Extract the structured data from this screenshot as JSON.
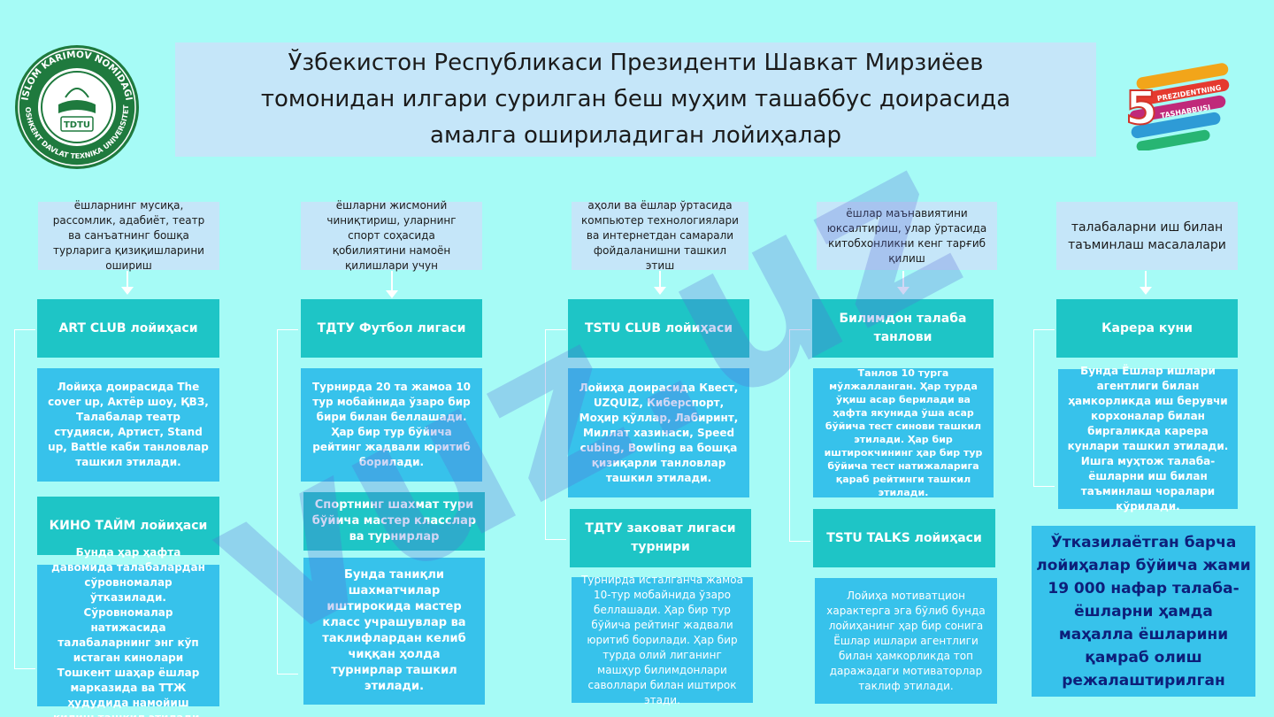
{
  "header": {
    "title_line1": "Ўзбекистон Республикаси Президенти Шавкат Мирзиёев",
    "title_line2": "томонидан илгари сурилган беш муҳим ташаббус доирасида",
    "title_line3": "амалга ошириладиган лойиҳалар"
  },
  "seal": {
    "ring_top": "ISLOM KARIMOV NOMIDAGI",
    "ring_bottom": "TOSHKENT DAVLAT TEXNIKA UNIVERSITETI",
    "abbr": "TDTU",
    "icon": "university-seal-icon"
  },
  "initiative_logo": {
    "digit": "5",
    "line1": "PREZIDENTNING",
    "line2": "TASHABBUSI",
    "icon": "five-initiatives-logo-icon"
  },
  "watermark": {
    "text": "vuz.uz",
    "color": "#5a6bd6"
  },
  "columns": [
    {
      "need": "ёшларнинг мусиқа, рассомлик, адабиёт, театр ва санъатнинг бошқа турларига қизиқишларини ошириш",
      "project1_title": "ART CLUB лойиҳаси",
      "project1_desc": "Лойиҳа доирасида  The cover up, Актёр шоу, ҚВЗ, Талабалар театр студияси, Артист, Stand up, Battle каби танловлар ташкил этилади.",
      "project2_title": "КИНО ТАЙМ лойиҳаси",
      "project2_desc": "Бунда ҳар ҳафта давомида талабалардан сўровномалар ўтказилади. Сўровномалар натижасида талабаларнинг энг кўп истаган кинолари Тошкент шаҳар ёшлар марказида ва ТТЖ ҳудудида намойиш қилиш ташкил этилади."
    },
    {
      "need": "ёшларни жисмоний чиниқтириш, уларнинг спорт соҳасида қобилиятини намоён қилишлари учун",
      "project1_title": "ТДТУ Футбол лигаси",
      "project1_desc": "Турнирда 20 та жамоа 10 тур мобайнида ўзаро бир бири билан беллашади. Ҳар бир тур бўйича рейтинг жадвали юритиб борилади.",
      "project2_title": "Спортнинг шахмат тури бўйича мастер класслар ва турнирлар",
      "project2_desc": "Бунда таниқли шахматчилар иштирокида мастер класс учрашувлар  ва таклифлардан келиб чиққан ҳолда турнирлар ташкил этилади."
    },
    {
      "need": "аҳоли ва ёшлар ўртасида компьютер технологиялари ва интернетдан самарали фойдаланишни ташкил этиш",
      "project1_title": "TSTU CLUB лойиҳаси",
      "project1_desc": "Лойиҳа доирасида Квест, UZQUIZ, Киберспорт, Моҳир қўллар, Лабиринт, Миллат хазинаси, Speed cubing, Bowling ва бошқа қизиқарли танловлар ташкил этилади.",
      "project2_title": "ТДТУ заковат лигаси турнири",
      "project2_desc": "Турнирда исталганча жамоа 10-тур мобайнида ўзаро беллашади. Ҳар бир тур бўйича рейтинг жадвали юритиб борилади. Ҳар бир турда олий лиганинг машҳур билимдонлари саволлари билан иштирок этади."
    },
    {
      "need": "ёшлар маънавиятини юксалтириш, улар ўртасида китобхонликни кенг тарғиб қилиш",
      "project1_title": "Билимдон талаба танлови",
      "project1_desc": "Танлов 10 турга мўлжалланган. Ҳар турда ўқиш асар берилади ва ҳафта якунида  ўша асар бўйича тест синови ташкил этилади. Ҳар бир иштирокчининг ҳар бир тур бўйича тест натижаларига қараб рейтинги ташкил этилади.",
      "project2_title": "TSTU TALKS лойиҳаси",
      "project2_desc": "Лойиҳа мотиватцион характерга эга бўлиб бунда лойиҳанинг ҳар бир сонига Ёшлар ишлари агентлиги билан ҳамкорликда топ даражадаги мотиваторлар таклиф этилади."
    },
    {
      "need": "талабаларни иш билан таъминлаш масалалари",
      "project1_title": "Карера куни",
      "project1_desc": "Бунда Ёшлар ишлари агентлиги билан ҳамкорликда иш берувчи корхоналар билан биргаликда карера кунлари ташкил этилади. Ишга муҳтож талаба-ёшларни иш билан таъминлаш чоралари кўрилади."
    }
  ],
  "summary": "Ўтказилаётган барча лойиҳалар бўйича жами 19 000 нафар талаба-ёшларни ҳамда маҳалла ёшларини  қамраб олиш режалаштирилган",
  "colors": {
    "background": "#a6fbf6",
    "title_box": "#c5e6f9",
    "project_header": "#1ec5c6",
    "project_desc": "#37c2eb",
    "summary_text": "#0d1f7a"
  }
}
